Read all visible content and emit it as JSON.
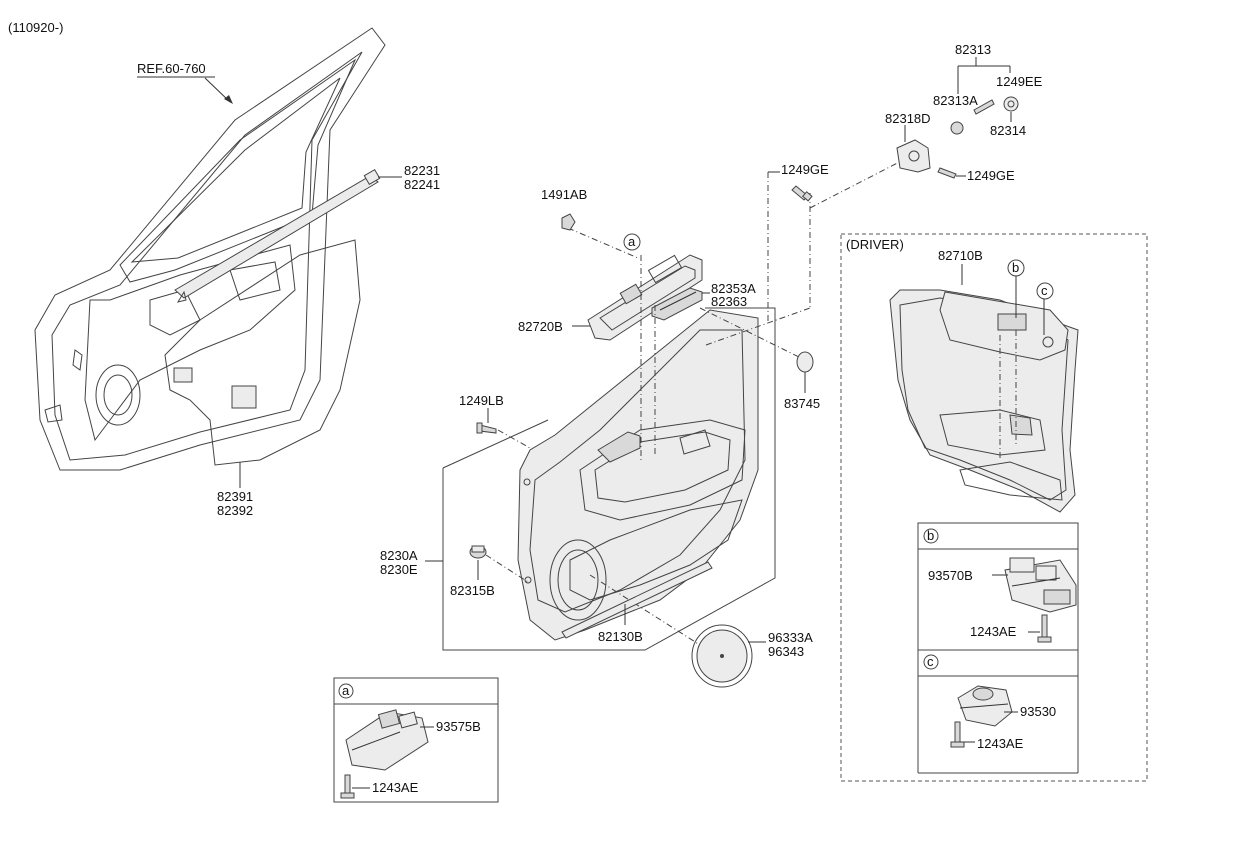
{
  "header": {
    "code": "(110920-)"
  },
  "reference": "REF.60-760",
  "labels": {
    "p82231": "82231",
    "p82241": "82241",
    "p82391": "82391",
    "p82392": "82392",
    "p1491AB": "1491AB",
    "p1249GE_a": "1249GE",
    "p1249GE_b": "1249GE",
    "p82313": "82313",
    "p1249EE": "1249EE",
    "p82313A": "82313A",
    "p82318D": "82318D",
    "p82314": "82314",
    "p82720B": "82720B",
    "p82353A": "82353A",
    "p82363": "82363",
    "p83745": "83745",
    "p1249LB": "1249LB",
    "p8230A": "8230A",
    "p8230E": "8230E",
    "p82315B": "82315B",
    "p82130B": "82130B",
    "p96333A": "96333A",
    "p96343": "96343",
    "driver": "(DRIVER)",
    "p82710B": "82710B"
  },
  "callouts": {
    "a": "a",
    "b": "b",
    "c": "c"
  },
  "detail_a": {
    "tag": "a",
    "part": "93575B",
    "screw": "1243AE"
  },
  "detail_b": {
    "tag": "b",
    "part": "93570B",
    "screw": "1243AE"
  },
  "detail_c": {
    "tag": "c",
    "part": "93530",
    "screw": "1243AE"
  }
}
